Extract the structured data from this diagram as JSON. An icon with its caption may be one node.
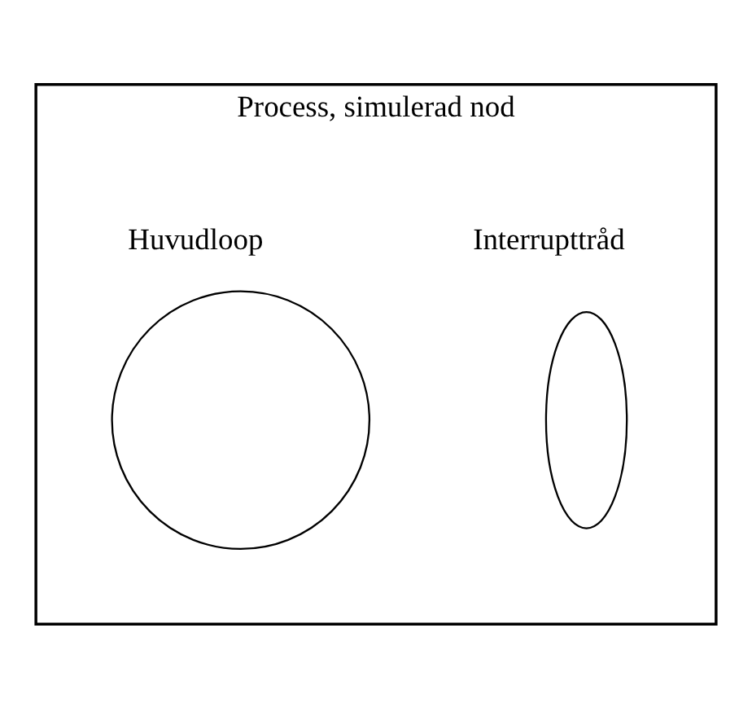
{
  "diagram": {
    "nodes": [
      {
        "text": [
          "Process, simulerad nod"
        ]
      },
      {
        "text": [],
        "shape": "circle",
        "beside": [
          "Huvudloop"
        ],
        "in": 0
      },
      {
        "text": [],
        "shape": "ellipse",
        "beside": [
          "Interrupttråd"
        ],
        "in": 0
      }
    ]
  }
}
